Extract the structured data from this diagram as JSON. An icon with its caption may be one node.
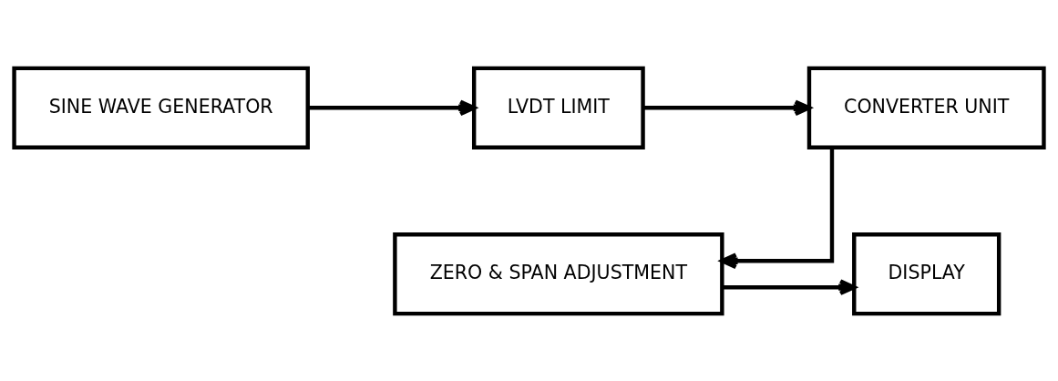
{
  "diagram": {
    "nodes": [
      {
        "text": [
          "SINE WAVE GENERATOR"
        ]
      },
      {
        "text": [
          "LVDT LIMIT"
        ]
      },
      {
        "text": [
          "CONVERTER UNIT"
        ]
      },
      {
        "text": [
          "ZERO & SPAN ADJUSTMENT"
        ]
      },
      {
        "text": [
          "DISPLAY"
        ]
      }
    ],
    "edges": [
      {
        "from": 0,
        "to": 1,
        "arrow": "to"
      },
      {
        "from": 1,
        "to": 2,
        "arrow": "to"
      },
      {
        "from": 2,
        "to": 3,
        "arrow": "to"
      },
      {
        "from": 3,
        "to": 4,
        "arrow": "to"
      }
    ]
  }
}
